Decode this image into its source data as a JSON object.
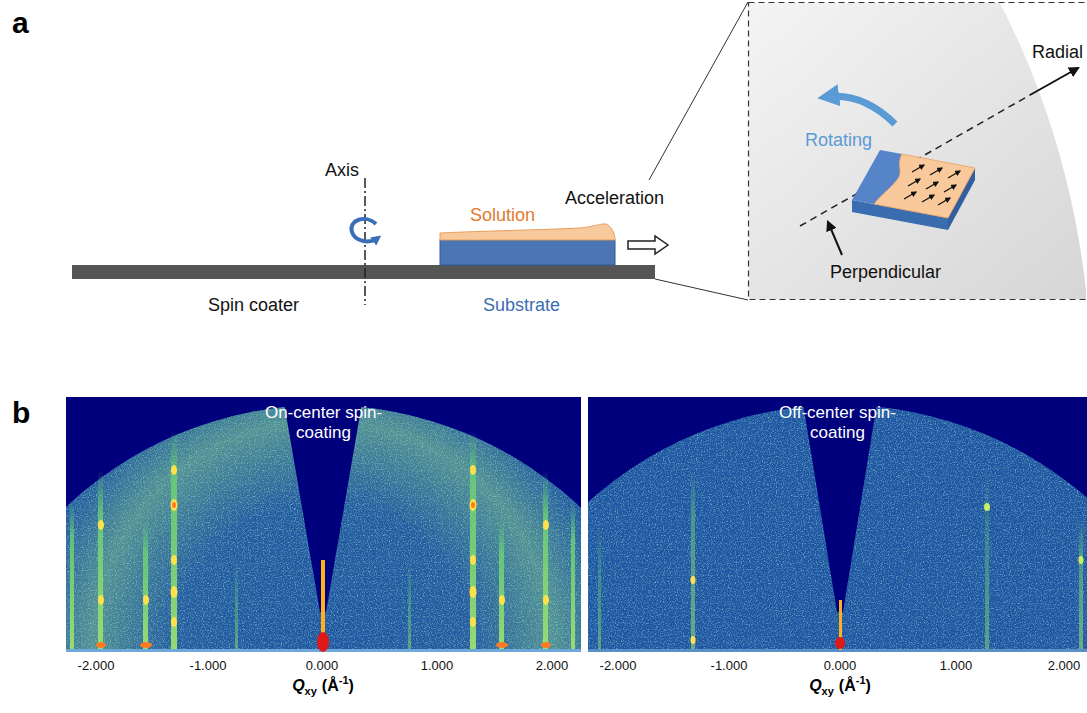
{
  "diagram": {
    "nodes": [
      {
        "text": [
          "On-center spin-coating"
        ]
      },
      {
        "text": [
          "Off-center spin-coating"
        ]
      }
    ],
    "labels": [
      "a",
      "Axis",
      "Solution",
      "Acceleration",
      "Spin coater",
      "Substrate",
      "Rotating",
      "Radial",
      "Perpendicular",
      "b",
      "-2.000",
      "-1.000",
      "0.000",
      "1.000",
      "2.000",
      "Q",
      "xy",
      "(Å",
      "-1",
      ")",
      "-2.000",
      "-1.000",
      "0.000",
      "1.000",
      "2.000",
      "Q",
      "xy",
      "(Å",
      "-1",
      ")"
    ]
  }
}
